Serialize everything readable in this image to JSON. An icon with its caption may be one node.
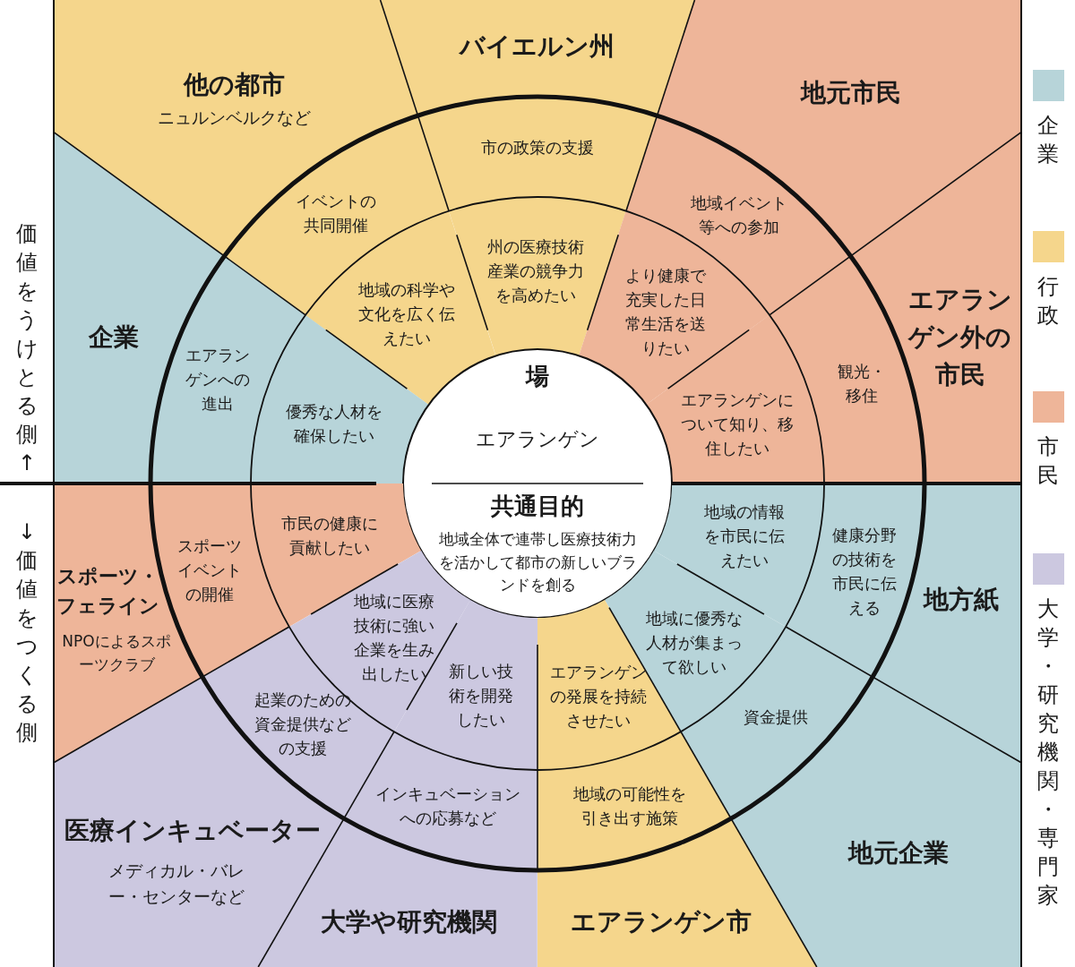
{
  "diagram": {
    "nodes": [
      {
        "text": [
          "バイエルン州"
        ]
      },
      {
        "text": [
          "他の都市",
          "ニュルンベルクなど"
        ]
      },
      {
        "text": [
          "地元市民"
        ]
      },
      {
        "text": [
          "市の政策の支援"
        ]
      },
      {
        "text": [
          "イベントの共同開催"
        ]
      },
      {
        "text": [
          "地域イベント等への参加"
        ]
      },
      {
        "text": [
          "州の医療技術産業の競争力を高めたい"
        ]
      },
      {
        "text": [
          "エアランゲン外の市民"
        ]
      },
      {
        "text": [
          "地域の科学や文化を広く伝えたい"
        ]
      },
      {
        "text": [
          "より健康で充実した日常生活を送りたい"
        ]
      },
      {
        "text": [
          "企業"
        ]
      },
      {
        "text": [
          "エアランゲンへの進出"
        ]
      },
      {
        "text": [
          "観光・移住"
        ]
      },
      {
        "text": [
          "優秀な人材を確保したい"
        ]
      },
      {
        "text": [
          "エアランゲンについて知り、移住したい"
        ]
      },
      {
        "text": [
          "場",
          "エアランゲン",
          "共通目的",
          "地域全体で連帯し医療技術力を活かして都市の新しいブランドを創る"
        ]
      },
      {
        "text": [
          "地域の情報を市民に伝えたい"
        ]
      },
      {
        "text": [
          "健康分野の技術を市民に伝える"
        ]
      },
      {
        "text": [
          "地方紙"
        ]
      },
      {
        "text": [
          "市民の健康に貢献したい"
        ]
      },
      {
        "text": [
          "スポーツイベントの開催"
        ]
      },
      {
        "text": [
          "スポーツ・フェライン",
          "NPOによるスポーツクラブ"
        ]
      },
      {
        "text": [
          "地域に医療技術に強い企業を生み出したい"
        ]
      },
      {
        "text": [
          "地域に優秀な人材が集まって欲しい"
        ]
      },
      {
        "text": [
          "新しい技術を開発したい"
        ]
      },
      {
        "text": [
          "エアランゲンの発展を持続させたい"
        ]
      },
      {
        "text": [
          "起業のための資金提供などの支援"
        ]
      },
      {
        "text": [
          "資金提供"
        ]
      },
      {
        "text": [
          "インキュベーションへの応募など"
        ]
      },
      {
        "text": [
          "地域の可能性を引き出す施策"
        ]
      },
      {
        "text": [
          "医療インキュベーター",
          "メディカル・バレー・センターなど"
        ]
      },
      {
        "text": [
          "地元企業"
        ]
      },
      {
        "text": [
          "大学や研究機関"
        ]
      },
      {
        "text": [
          "エアランゲン市"
        ]
      }
    ],
    "labels": [
      "価値をうけとる側↑",
      "↓価値をつくる側"
    ],
    "legend": [
      {
        "text": "企業",
        "color": "#b7d4d9"
      },
      {
        "text": "行政",
        "color": "#f5d68c"
      },
      {
        "text": "市民",
        "color": "#eeb599"
      },
      {
        "text": "大学・研究機関・専門家",
        "color": "#ccc8e0"
      }
    ]
  }
}
